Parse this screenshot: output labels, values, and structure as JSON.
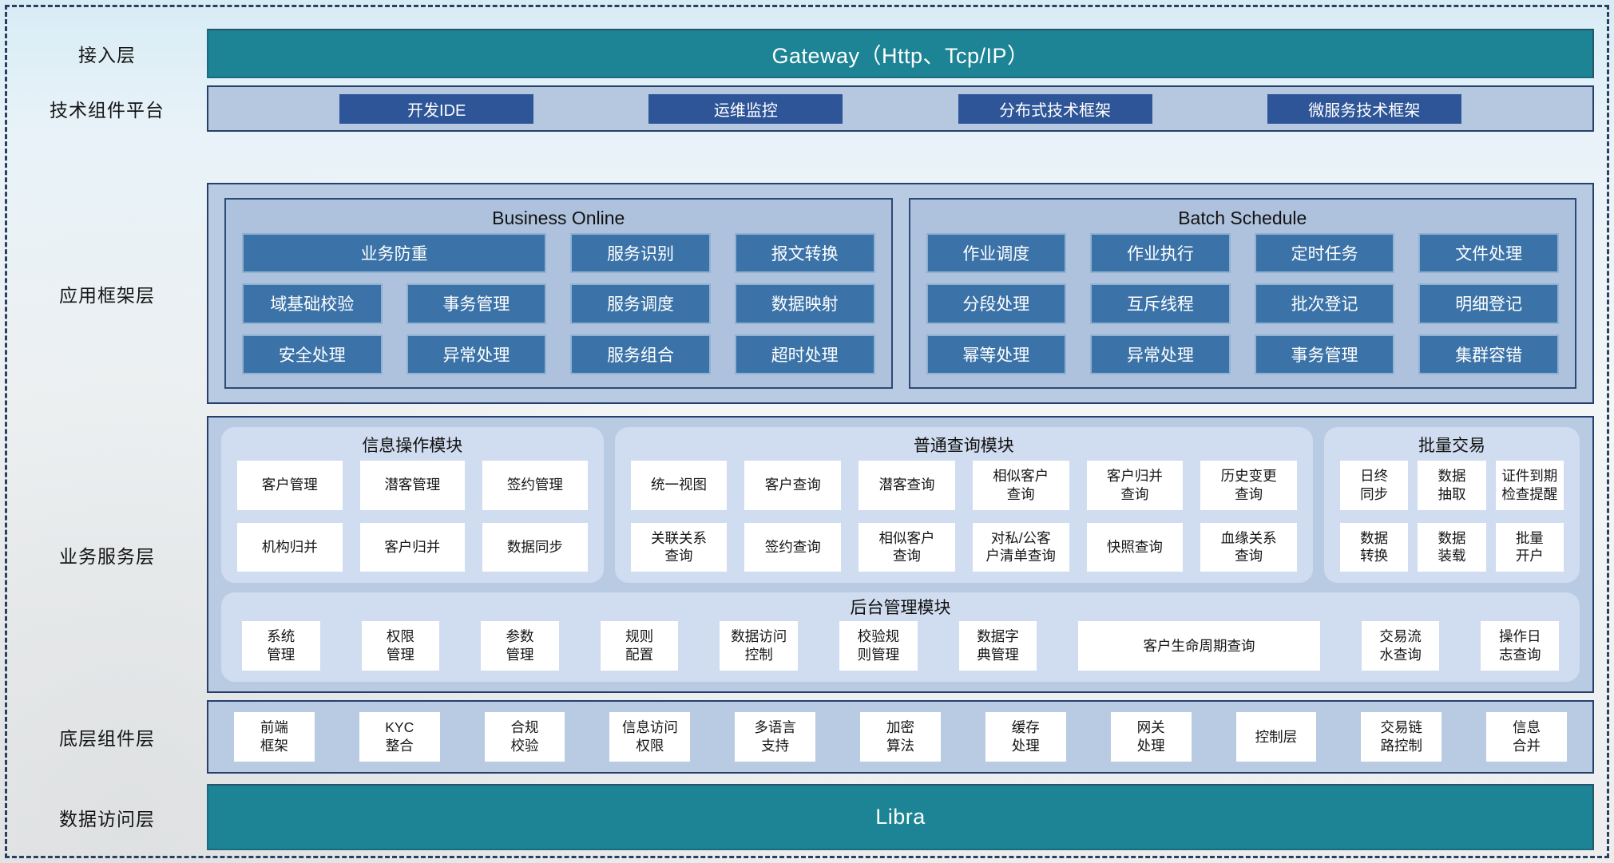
{
  "access_layer": {
    "label": "接入层",
    "bar": "Gateway（Http、Tcp/IP）"
  },
  "tech_layer": {
    "label": "技术组件平台",
    "items": [
      "开发IDE",
      "运维监控",
      "分布式技术框架",
      "微服务技术框架"
    ]
  },
  "app_framework_layer": {
    "label": "应用框架层",
    "panels": [
      {
        "title": "Business Online",
        "buttons": [
          {
            "label": "业务防重",
            "span2": true
          },
          "服务识别",
          "报文转换",
          "域基础校验",
          "事务管理",
          "服务调度",
          "数据映射",
          "安全处理",
          "异常处理",
          "服务组合",
          "超时处理"
        ]
      },
      {
        "title": "Batch Schedule",
        "buttons": [
          "作业调度",
          "作业执行",
          "定时任务",
          "文件处理",
          "分段处理",
          "互斥线程",
          "批次登记",
          "明细登记",
          "幂等处理",
          "异常处理",
          "事务管理",
          "集群容错"
        ]
      }
    ]
  },
  "business_service_layer": {
    "label": "业务服务层",
    "modules": [
      {
        "title": "信息操作模块",
        "buttons": [
          "客户管理",
          "潜客管理",
          "签约管理",
          "机构归并",
          "客户归并",
          "数据同步"
        ]
      },
      {
        "title": "普通查询模块",
        "buttons": [
          "统一视图",
          "客户查询",
          "潜客查询",
          "相似客户\n查询",
          "客户归并\n查询",
          "历史变更\n查询",
          "关联关系\n查询",
          "签约查询",
          "相似客户\n查询",
          "对私/公客\n户清单查询",
          "快照查询",
          "血缘关系\n查询"
        ]
      },
      {
        "title": "批量交易",
        "buttons": [
          "日终\n同步",
          "数据\n抽取",
          "证件到期\n检查提醒",
          "数据\n转换",
          "数据\n装载",
          "批量\n开户"
        ]
      }
    ],
    "admin_module": {
      "title": "后台管理模块",
      "buttons": [
        "系统\n管理",
        "权限\n管理",
        "参数\n管理",
        "规则\n配置",
        "数据访问\n控制",
        "校验规\n则管理",
        "数据字\n典管理",
        {
          "label": "客户生命周期查询",
          "wide": true
        },
        "交易流\n水查询",
        "操作日\n志查询"
      ]
    }
  },
  "base_component_layer": {
    "label": "底层组件层",
    "items": [
      "前端\n框架",
      "KYC\n整合",
      "合规\n校验",
      "信息访问\n权限",
      "多语言\n支持",
      "加密\n算法",
      "缓存\n处理",
      "网关\n处理",
      "控制层",
      "交易链\n路控制",
      "信息\n合并"
    ]
  },
  "data_access_layer": {
    "label": "数据访问层",
    "bar": "Libra"
  },
  "colors": {
    "teal_bar": "#1c8495",
    "navy_border": "#27406b",
    "tech_button": "#2e5597",
    "framework_button": "#3b73a8",
    "framework_button_border": "#8fb2d2",
    "layer_panel_bg": "#b9cbe3",
    "inner_panel_bg": "#aec2de",
    "rounded_module_bg": "#d0dcef",
    "white_button": "#ffffff",
    "text_dark": "#141414",
    "text_light": "#ffffff"
  }
}
